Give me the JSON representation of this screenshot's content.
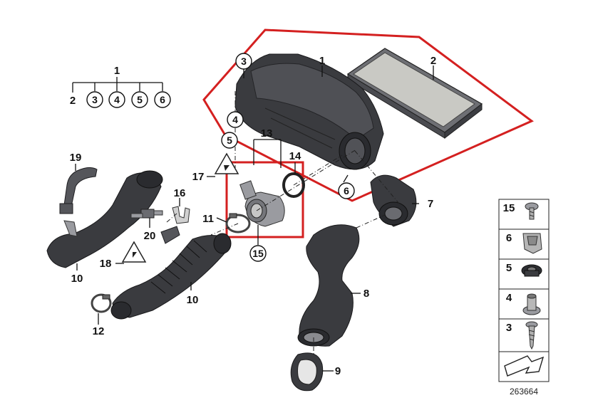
{
  "diagram": {
    "callouts": {
      "c1_main": "1",
      "c2_main": "2",
      "c3_main": "3",
      "c4_main": "4",
      "c5_main": "5",
      "c6_main": "6",
      "c7": "7",
      "c8": "8",
      "c9": "9",
      "c10a": "10",
      "c10b": "10",
      "c11": "11",
      "c12": "12",
      "c13": "13",
      "c14": "14",
      "c15": "15",
      "c16": "16",
      "c17": "17",
      "c18": "18",
      "c19": "19",
      "c20": "20"
    },
    "tree": {
      "root": "1",
      "children": [
        "2",
        "3",
        "4",
        "5",
        "6"
      ]
    },
    "legend": [
      "15",
      "6",
      "5",
      "4",
      "3"
    ],
    "diagram_number": "263664",
    "highlight_color": "#d42020"
  }
}
